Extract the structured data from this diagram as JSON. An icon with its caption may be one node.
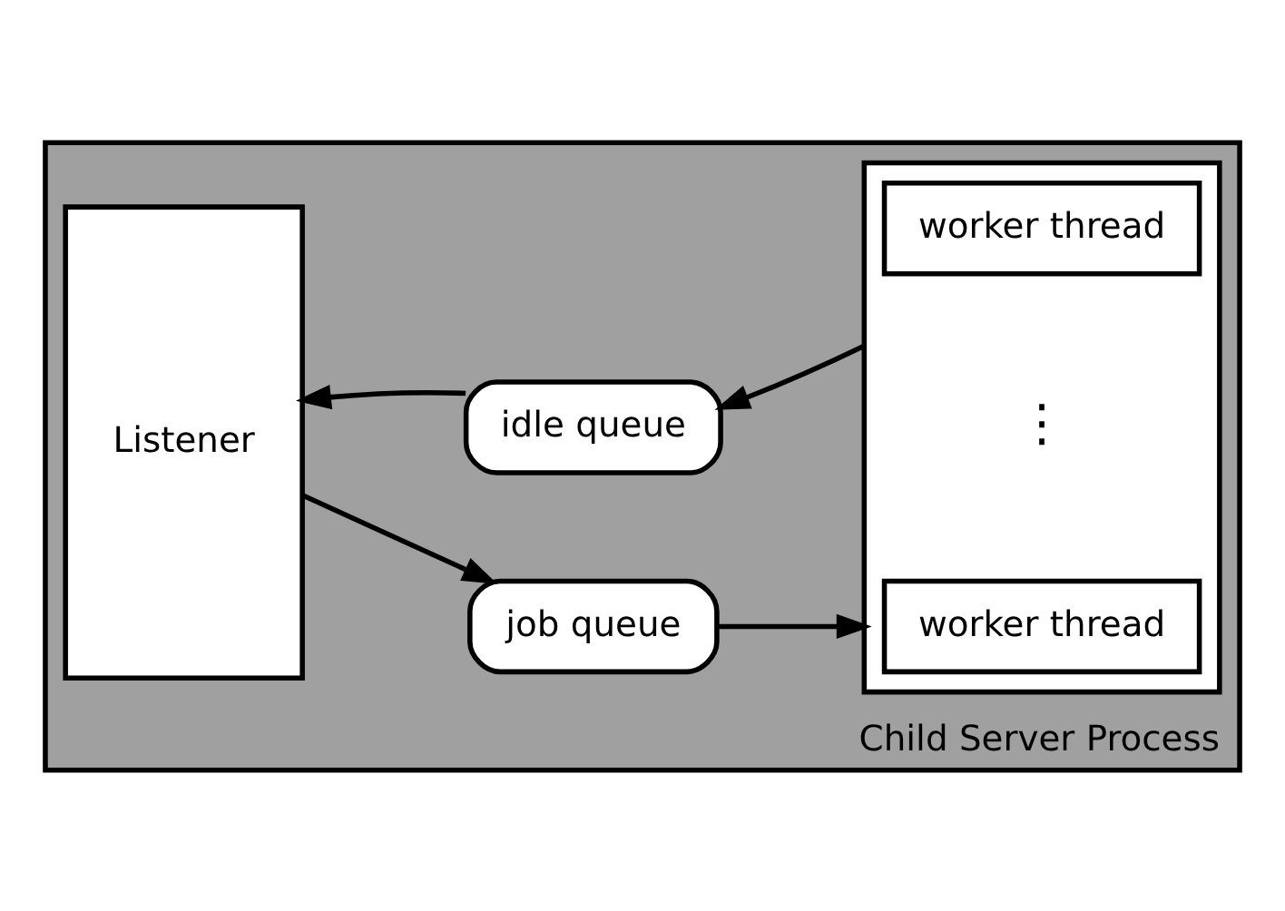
{
  "diagram": {
    "nodes": [
      {
        "text": [
          "Child Server Process"
        ]
      },
      {
        "text": [
          "Listener"
        ],
        "in": 0
      },
      {
        "text": [
          "job queue"
        ],
        "in": 0
      },
      {
        "text": [
          "idle queue"
        ],
        "in": 0
      },
      {
        "text": [],
        "shape": "box",
        "in": 0
      },
      {
        "text": [
          "worker thread"
        ],
        "in": 4
      },
      {
        "text": [
          "worker thread"
        ],
        "in": 4
      }
    ],
    "edges": [
      {
        "from": 1,
        "to": 2,
        "arrow": "to"
      },
      {
        "from": 2,
        "to": 4,
        "arrow": "to"
      },
      {
        "from": 4,
        "to": 3,
        "arrow": "to"
      },
      {
        "from": 3,
        "to": 1,
        "arrow": "to"
      }
    ],
    "labels": [
      "⋮"
    ]
  }
}
